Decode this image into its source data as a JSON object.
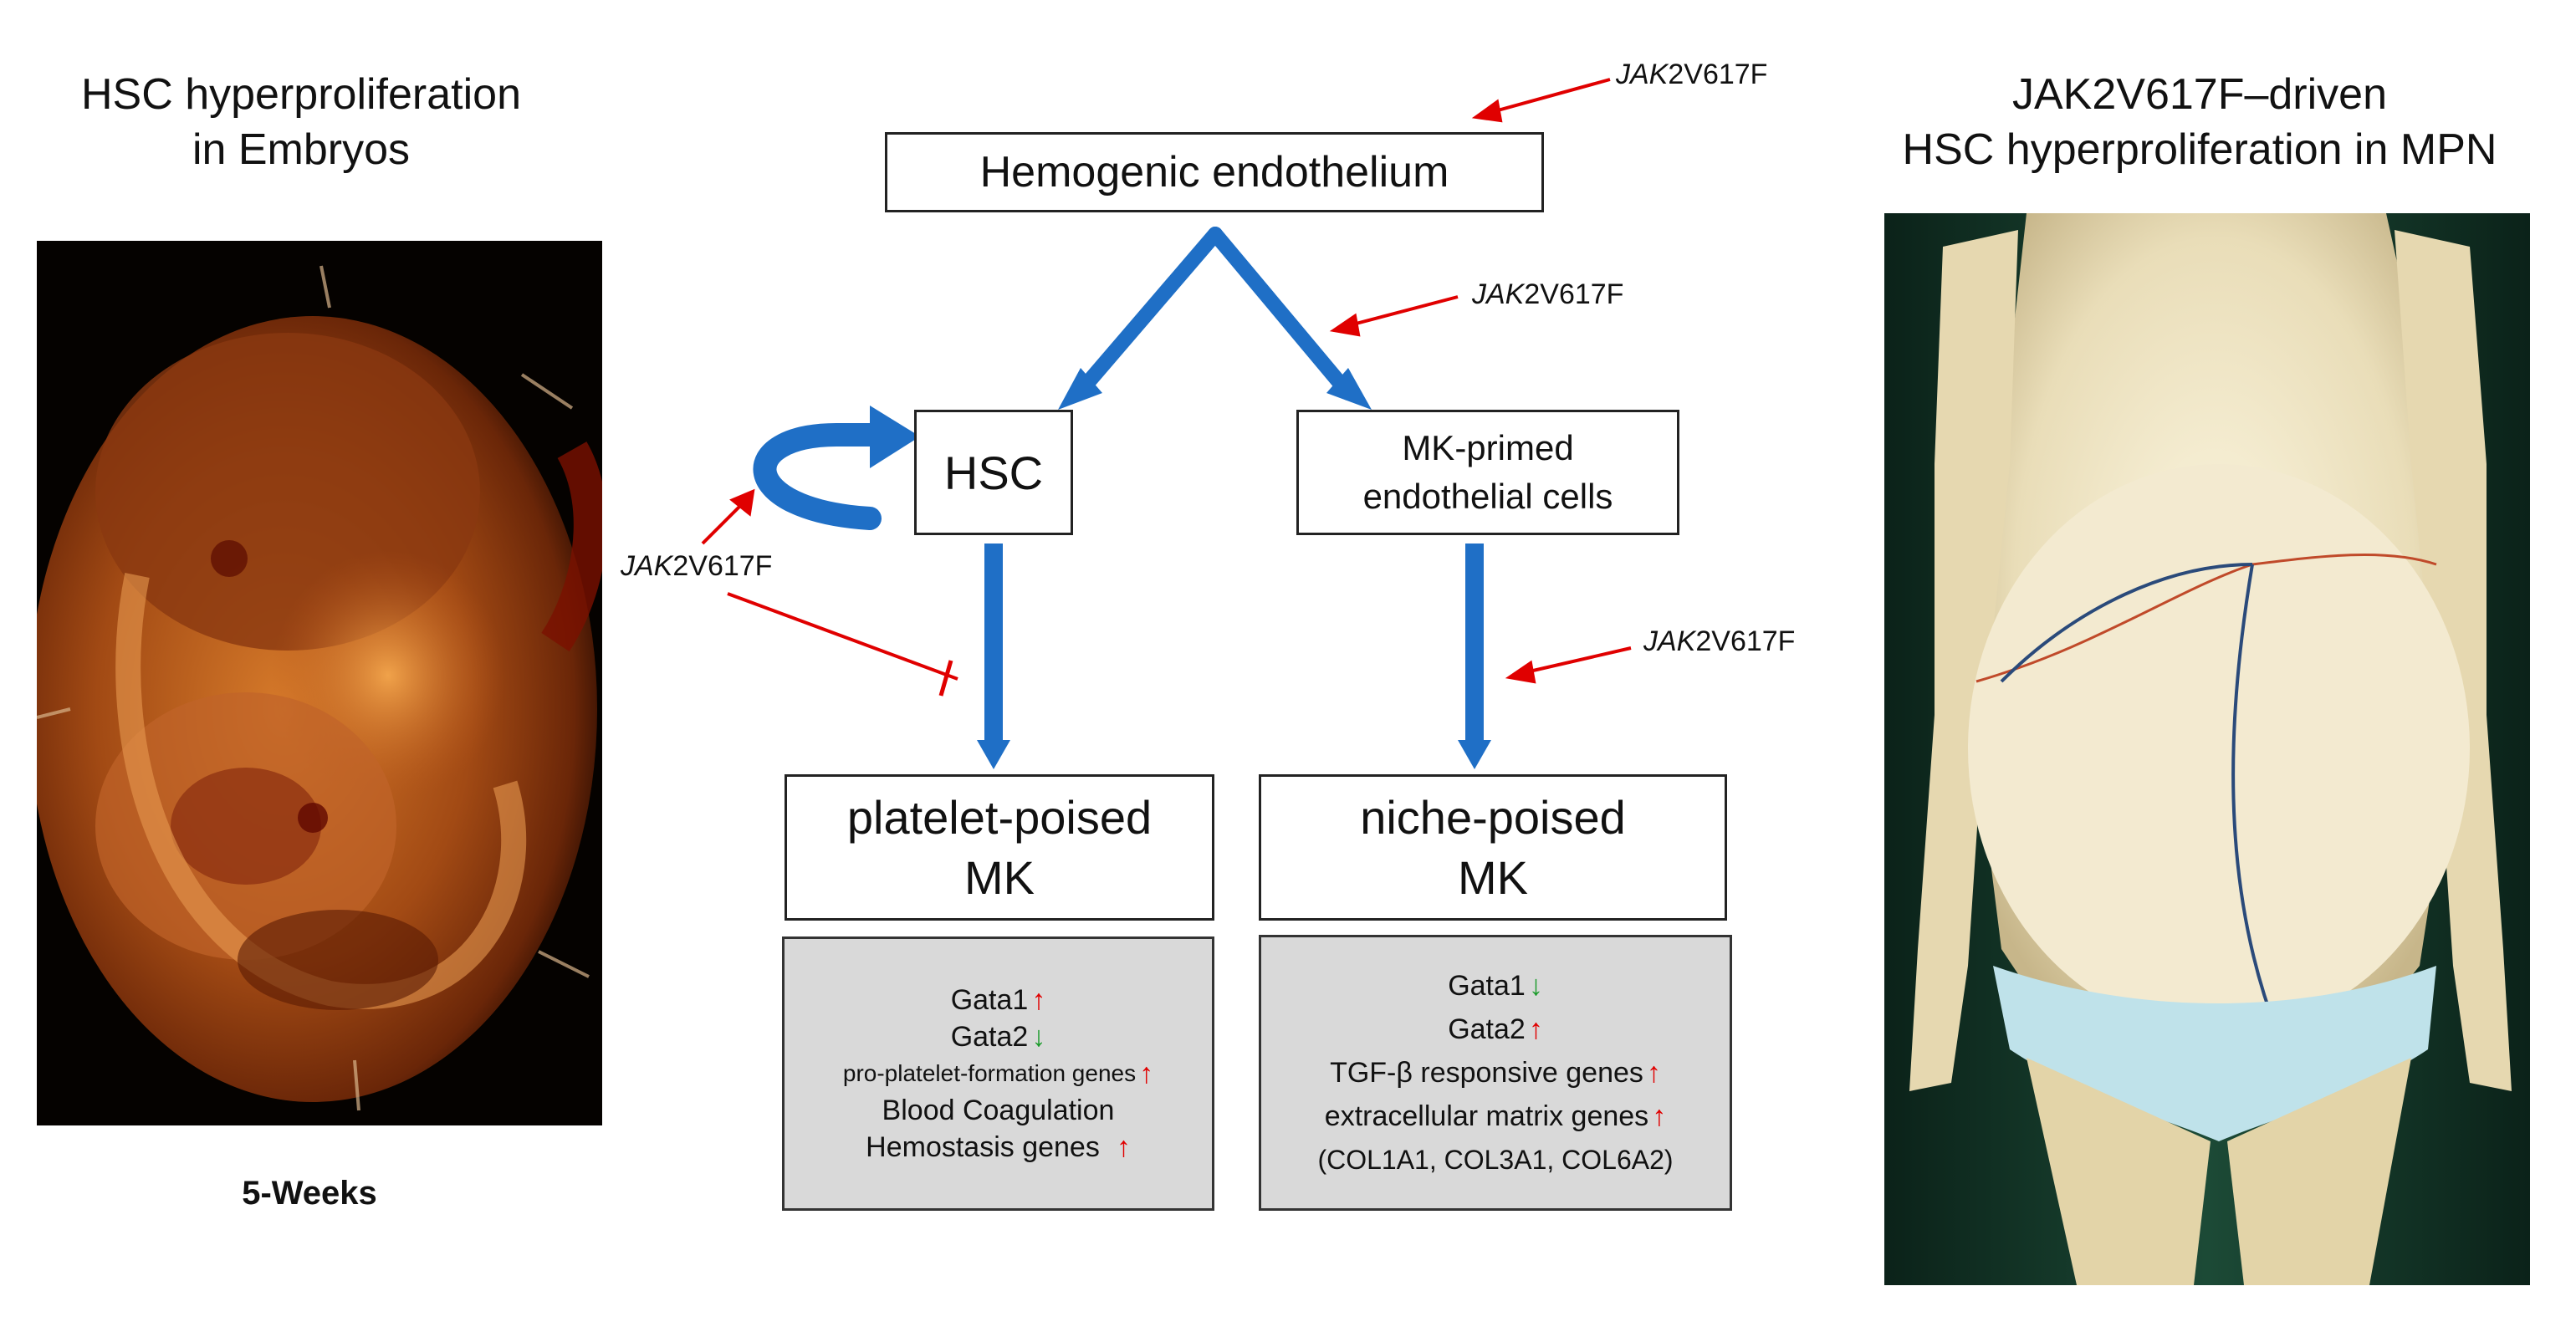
{
  "left_panel": {
    "title_line1": "HSC hyperproliferation",
    "title_line2": "in Embryos",
    "image_icon": "embryo-photo",
    "caption": "5-Weeks"
  },
  "right_panel": {
    "title_line1": "JAK2V617F–driven",
    "title_line2": "HSC hyperproliferation in MPN",
    "image_icon": "patient-photo"
  },
  "diagram": {
    "top_box": "Hemogenic endothelium",
    "hsc_box": "HSC",
    "mk_primed_line1": "MK-primed",
    "mk_primed_line2": "endothelial cells",
    "platelet_mk_line1": "platelet-poised",
    "platelet_mk_line2": "MK",
    "niche_mk_line1": "niche-poised",
    "niche_mk_line2": "MK",
    "mutation_italic": "JAK",
    "mutation_rest": "2V617F",
    "platelet_genes": [
      {
        "text": "Gata1",
        "dir": "up"
      },
      {
        "text": "Gata2",
        "dir": "down"
      },
      {
        "text": "pro-platelet-formation genes",
        "dir": "up"
      },
      {
        "text": "Blood Coagulation",
        "dir": ""
      },
      {
        "text": "Hemostasis genes",
        "dir": "up"
      }
    ],
    "niche_genes": [
      {
        "text": "Gata1",
        "dir": "down"
      },
      {
        "text": "Gata2",
        "dir": "up"
      },
      {
        "text": "TGF-β responsive genes",
        "dir": "up"
      },
      {
        "text": "extracellular matrix genes",
        "dir": "up"
      },
      {
        "text": "(COL1A1, COL3A1, COL6A2)",
        "dir": ""
      }
    ]
  },
  "colors": {
    "flow_arrow": "#1f6fc6",
    "mutation_arrow": "#e00000",
    "up_arrow": "#e00000",
    "down_arrow": "#1a9b2a",
    "gene_box": "#d9d9d9"
  }
}
